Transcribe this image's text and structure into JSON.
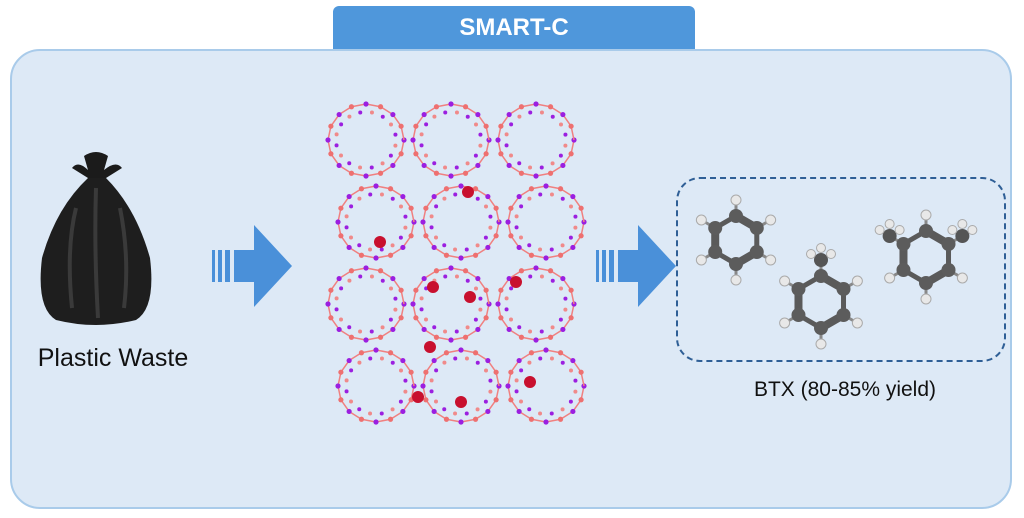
{
  "title": "SMART-C",
  "input": {
    "label": "Plastic Waste",
    "icon": "garbage-bag-icon"
  },
  "catalyst": {
    "icon": "zeolite-framework-icon"
  },
  "output": {
    "label": "BTX (80-85% yield)",
    "molecules": [
      "benzene",
      "toluene",
      "xylene"
    ]
  },
  "colors": {
    "accent": "#4f97db",
    "panel": "#dde9f6",
    "arrow": "#4a90d9",
    "dash": "#2f5f96"
  }
}
